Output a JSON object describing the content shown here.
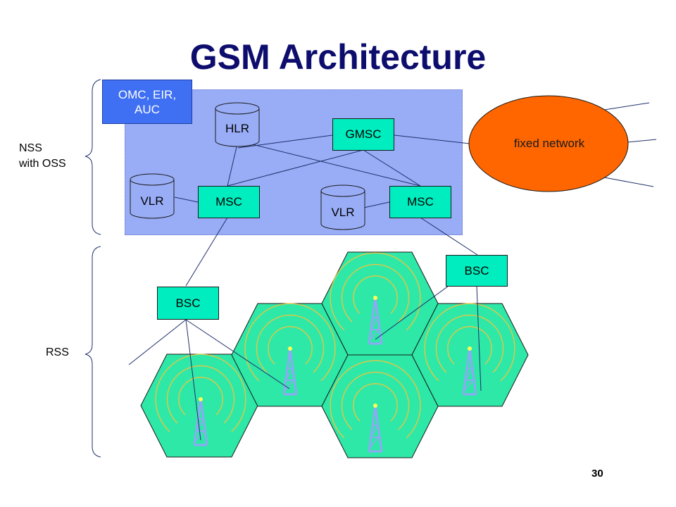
{
  "slide": {
    "title": "GSM Architecture",
    "page_number": "30"
  },
  "nodes": {
    "oss": "OMC, EIR, AUC",
    "hlr": "HLR",
    "gmsc": "GMSC",
    "vlr_left": "VLR",
    "msc_left": "MSC",
    "vlr_right": "VLR",
    "msc_right": "MSC",
    "bsc_right": "BSC",
    "bsc_left": "BSC",
    "fixed_network": "fixed network"
  },
  "groups": {
    "nss_line1": "NSS",
    "nss_line2": "with OSS",
    "rss": "RSS"
  },
  "colors": {
    "title": "#0d0d6e",
    "nss_area": "#99adf7",
    "oss_box": "#3f6ff2",
    "node_fill": "#00eebf",
    "fixed_network": "#ff6600",
    "cell_fill": "#2ee8a8",
    "tower": "#8fa7f5"
  }
}
